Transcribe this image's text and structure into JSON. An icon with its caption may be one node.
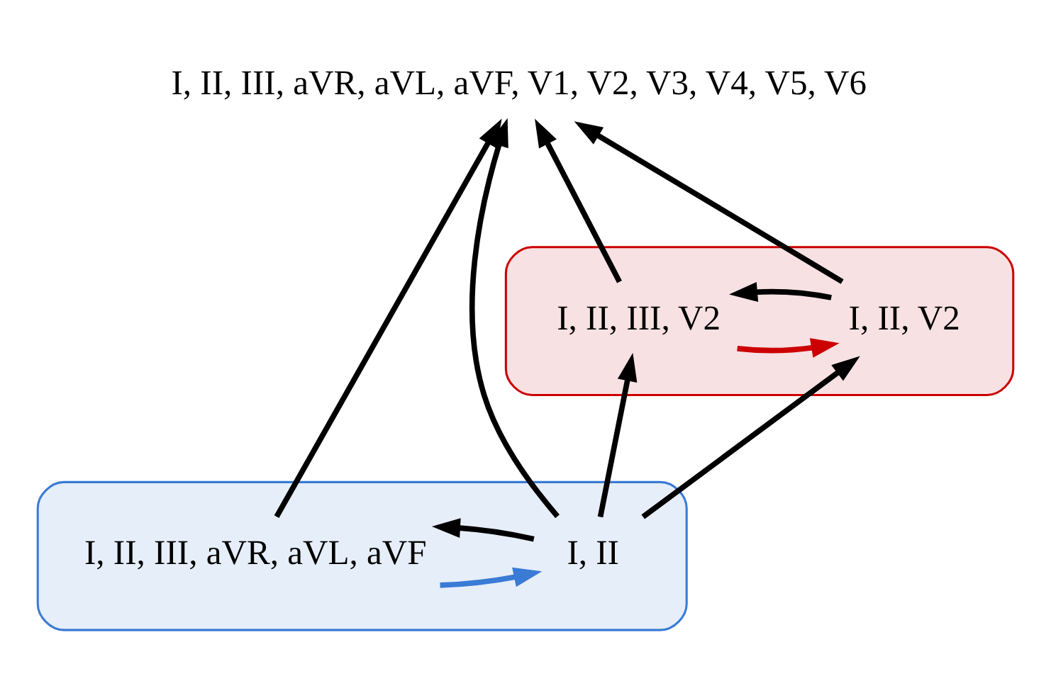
{
  "diagram": {
    "nodes": [
      {
        "text": [
          "I, II, III, aVR, aVL, aVF, V1, V2, V3, V4, V5, V6"
        ]
      },
      {
        "text": [],
        "shape": "box"
      },
      {
        "text": [
          "I, II, V2"
        ],
        "in": 1
      },
      {
        "text": [
          "I, II, III, V2"
        ],
        "in": 1
      },
      {
        "text": [],
        "shape": "box"
      },
      {
        "text": [
          "I, II, III, aVR, aVL, aVF"
        ],
        "in": 4
      },
      {
        "text": [
          "I, II"
        ],
        "in": 4
      }
    ],
    "edges": [
      {
        "from": 5,
        "to": 0,
        "arrow": "to"
      },
      {
        "from": 6,
        "to": 0,
        "arrow": "to"
      },
      {
        "from": 2,
        "to": 0,
        "arrow": "to"
      },
      {
        "from": 3,
        "to": 0,
        "arrow": "to"
      },
      {
        "from": 2,
        "to": 3,
        "arrow": "to"
      },
      {
        "from": 3,
        "to": 2,
        "arrow": "to",
        "color": "#cc0000"
      },
      {
        "from": 6,
        "to": 2,
        "arrow": "to"
      },
      {
        "from": 6,
        "to": 3,
        "arrow": "to"
      },
      {
        "from": 6,
        "to": 5,
        "arrow": "to"
      },
      {
        "from": 5,
        "to": 6,
        "arrow": "to",
        "color": "#3a7bd5"
      }
    ]
  }
}
